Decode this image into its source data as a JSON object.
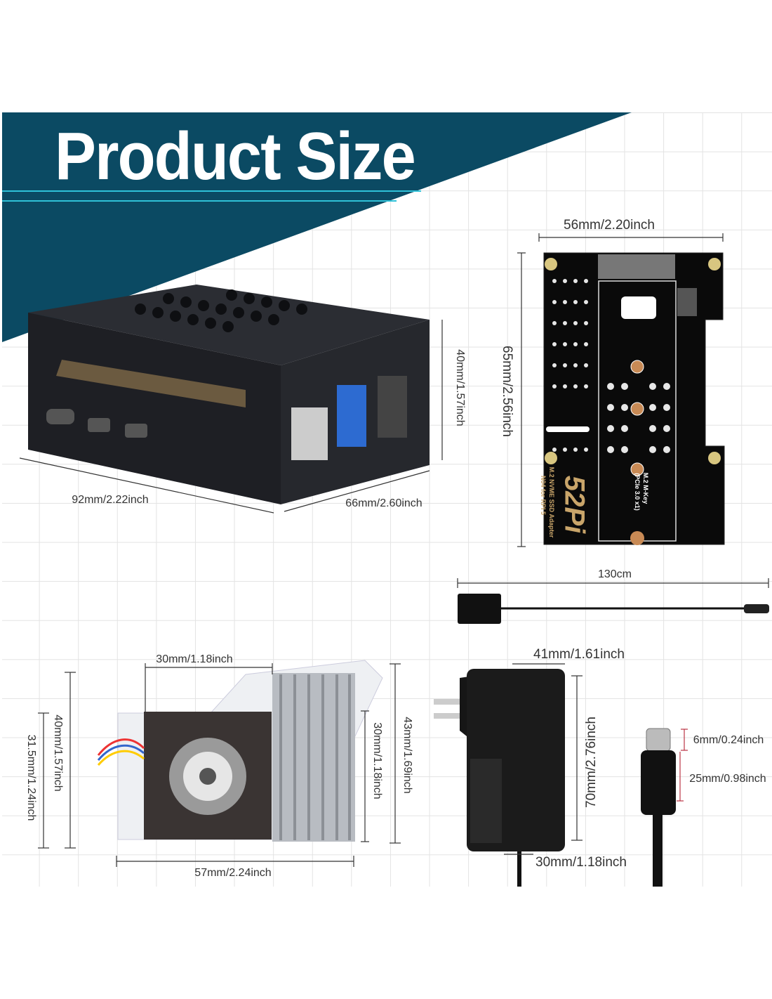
{
  "title": "Product Size",
  "case": {
    "width": "92mm/2.22inch",
    "depth": "66mm/2.60inch",
    "height": "40mm/1.57inch"
  },
  "ssd_board": {
    "width": "56mm/2.20inch",
    "length": "65mm/2.56inch",
    "logo": "52Pi",
    "line1": "M.2 NVME SSD Adapter",
    "line2": "N04 for RPI 5",
    "slot_label": "M.2 M-Key",
    "slot_sub": "(PCIe 3.0 x1)"
  },
  "cable": {
    "length": "130cm"
  },
  "cooler": {
    "fan_width": "30mm/1.18inch",
    "height_outer": "40mm/1.57inch",
    "height_inner": "31.5mm/1.24inch",
    "sink_height": "30mm/1.18inch",
    "total_height": "43mm/1.69inch",
    "total_width": "57mm/2.24inch"
  },
  "adapter": {
    "width": "41mm/1.61inch",
    "height": "70mm/2.76inch",
    "depth": "30mm/1.18inch"
  },
  "usbc": {
    "tip": "6mm/0.24inch",
    "body": "25mm/0.98inch"
  },
  "colors": {
    "banner": "#0b4a63",
    "accent": "#2fc1d8"
  }
}
